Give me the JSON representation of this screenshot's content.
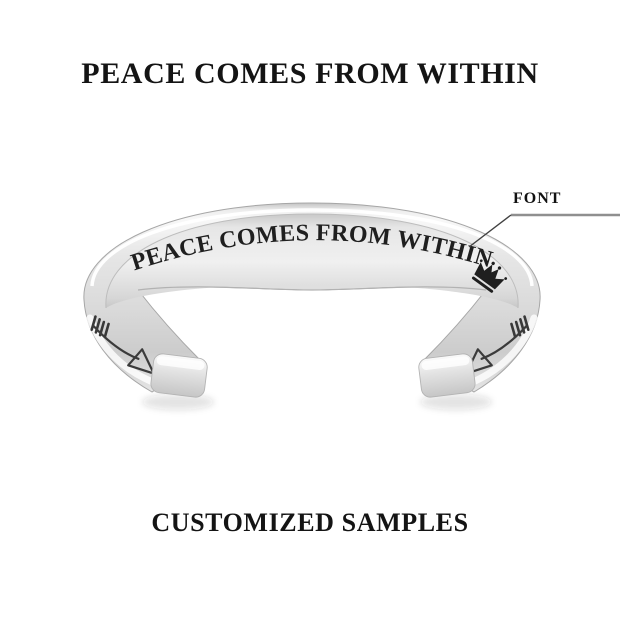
{
  "title": "PEACE COMES FROM WITHIN",
  "bracelet": {
    "engraving": "PEACE COMES FROM WITHIN",
    "motifs": [
      "crown",
      "arrow-left-end",
      "arrow-right-end"
    ],
    "finish": "silver"
  },
  "callout": {
    "label": "FONT"
  },
  "caption": "CUSTOMIZED SAMPLES",
  "colors": {
    "background": "#ffffff",
    "heading_text": "#141414",
    "engraving_text": "#1f1f1f",
    "leader_line_gray": "#8f8f8f",
    "leader_line_dark": "#414141",
    "metal_bright": "#f7f7f7",
    "metal_mid": "#dcdcdc",
    "metal_shadow": "#b0b0b0"
  }
}
